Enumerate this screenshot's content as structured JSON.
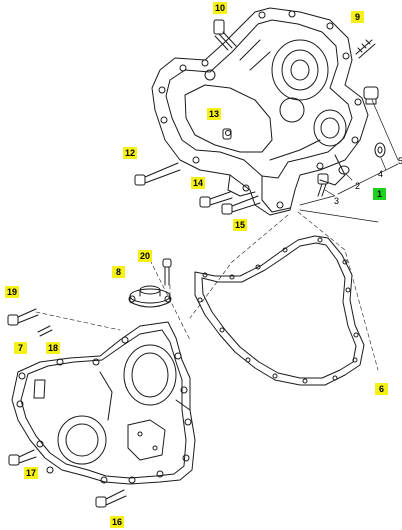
{
  "callouts": {
    "c1": "1",
    "c2": "2",
    "c3": "3",
    "c4": "4",
    "c5": "5",
    "c6": "6",
    "c7": "7",
    "c8": "8",
    "c9": "9",
    "c10": "10",
    "c12": "12",
    "c13": "13",
    "c14": "14",
    "c15": "15",
    "c16": "16",
    "c17": "17",
    "c18": "18",
    "c19": "19",
    "c20": "20"
  },
  "colors": {
    "callout_fill": "#f5f016",
    "highlight_fill": "#1fd11f",
    "line": "#1a1a1a"
  }
}
